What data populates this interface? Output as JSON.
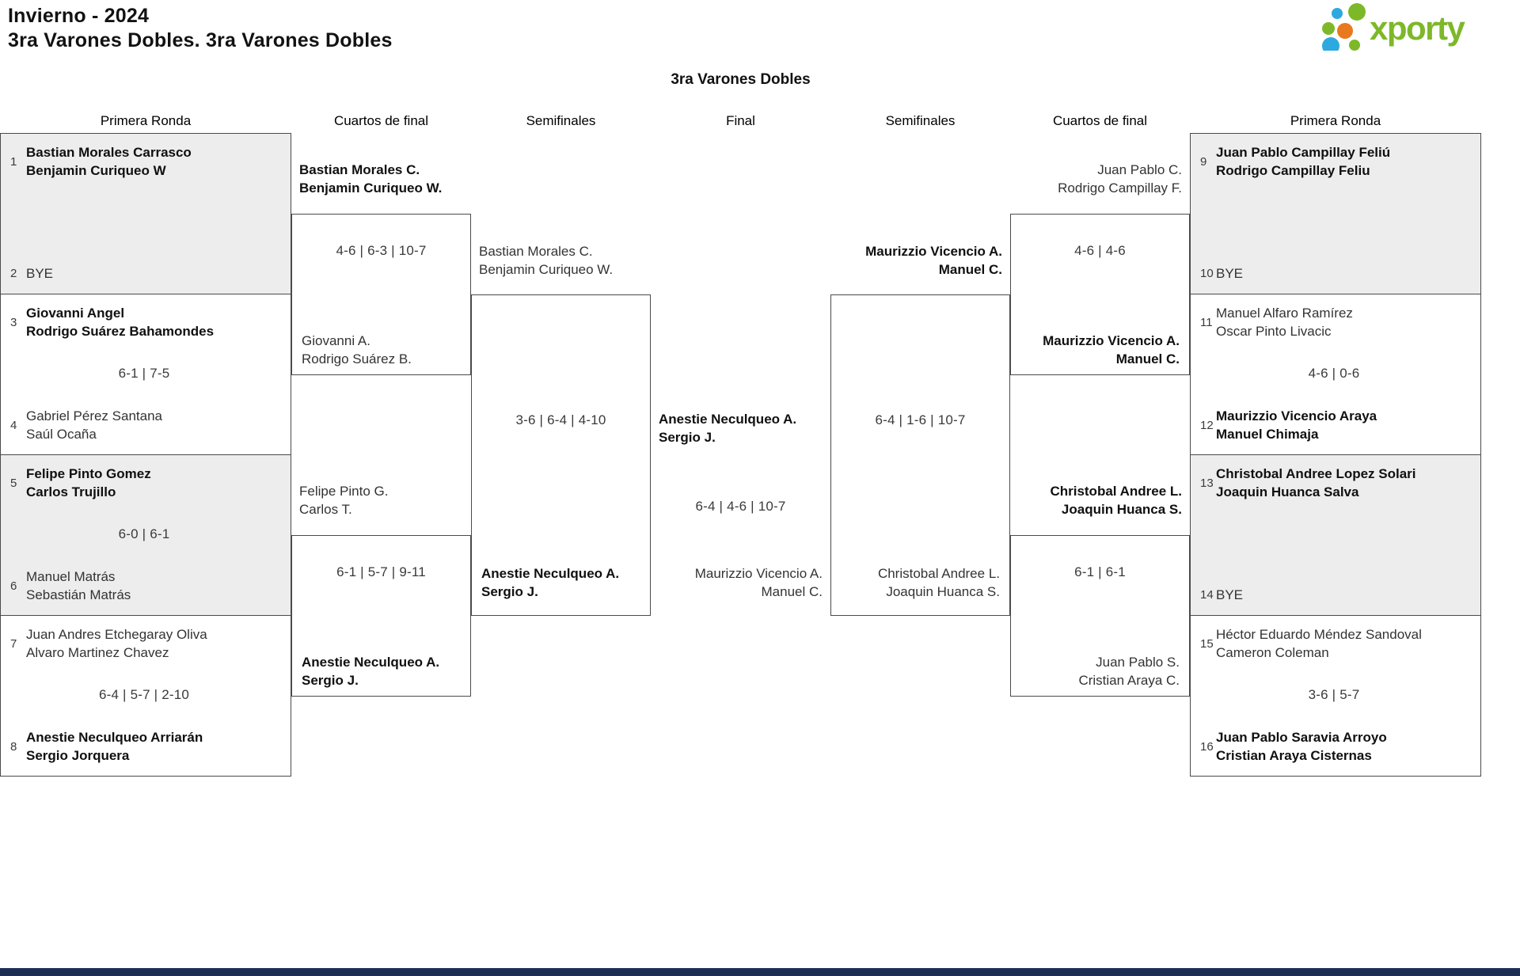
{
  "title": {
    "line1": "Invierno - 2024",
    "line2": "3ra Varones Dobles. 3ra Varones Dobles"
  },
  "bracket_title": "3ra Varones Dobles",
  "logo": {
    "text": "xporty"
  },
  "colors": {
    "logo_green": "#7db829",
    "logo_blue": "#2ea9e0",
    "logo_orange": "#e8791e",
    "box_fill_gray": "#ededed",
    "box_border": "#4a4a4a",
    "footer_bar": "#1d2e55"
  },
  "round_headers": [
    "Primera Ronda",
    "Cuartos de final",
    "Semifinales",
    "Final",
    "Semifinales",
    "Cuartos de final",
    "Primera Ronda"
  ],
  "pr_left": [
    {
      "s1": "1",
      "t1": [
        "Bastian Morales Carrasco",
        "Benjamin Curiqueo W"
      ],
      "w1": true,
      "score": "",
      "s2": "2",
      "t2": [
        "BYE"
      ],
      "w2": false
    },
    {
      "s1": "3",
      "t1": [
        "Giovanni Angel",
        "Rodrigo Suárez Bahamondes"
      ],
      "w1": true,
      "score": "6-1 | 7-5",
      "s2": "4",
      "t2": [
        "Gabriel Pérez Santana",
        "Saúl Ocaña"
      ],
      "w2": false
    },
    {
      "s1": "5",
      "t1": [
        "Felipe Pinto Gomez",
        "Carlos Trujillo"
      ],
      "w1": true,
      "score": "6-0 | 6-1",
      "s2": "6",
      "t2": [
        "Manuel Matrás",
        "Sebastián Matrás"
      ],
      "w2": false
    },
    {
      "s1": "7",
      "t1": [
        "Juan Andres Etchegaray Oliva",
        "Alvaro Martinez Chavez"
      ],
      "w1": false,
      "score": "6-4 | 5-7 | 2-10",
      "s2": "8",
      "t2": [
        "Anestie Neculqueo Arriarán",
        "Sergio Jorquera"
      ],
      "w2": true
    }
  ],
  "pr_right": [
    {
      "s1": "9",
      "t1": [
        "Juan Pablo Campillay Feliú",
        "Rodrigo Campillay Feliu"
      ],
      "w1": true,
      "score": "",
      "s2": "10",
      "t2": [
        "BYE"
      ],
      "w2": false
    },
    {
      "s1": "11",
      "t1": [
        "Manuel Alfaro Ramírez",
        "Oscar Pinto Livacic"
      ],
      "w1": false,
      "score": "4-6 | 0-6",
      "s2": "12",
      "t2": [
        "Maurizzio Vicencio Araya",
        "Manuel Chimaja"
      ],
      "w2": true
    },
    {
      "s1": "13",
      "t1": [
        "Christobal Andree Lopez Solari",
        "Joaquin Huanca Salva"
      ],
      "w1": true,
      "score": "",
      "s2": "14",
      "t2": [
        "BYE"
      ],
      "w2": false
    },
    {
      "s1": "15",
      "t1": [
        "Héctor Eduardo Méndez Sandoval",
        "Cameron Coleman"
      ],
      "w1": false,
      "score": "3-6 | 5-7",
      "s2": "16",
      "t2": [
        "Juan Pablo Saravia Arroyo",
        "Cristian Araya Cisternas"
      ],
      "w2": true
    }
  ],
  "qf_left": [
    {
      "t1": [
        "Bastian Morales C.",
        "Benjamin Curiqueo W."
      ],
      "w1": true,
      "score": "4-6 | 6-3 | 10-7",
      "t2": [
        "Giovanni A.",
        "Rodrigo Suárez B."
      ],
      "w2": false
    },
    {
      "t1": [
        "Felipe Pinto G.",
        "Carlos T."
      ],
      "w1": false,
      "score": "6-1 | 5-7 | 9-11",
      "t2": [
        "Anestie Neculqueo A.",
        "Sergio J."
      ],
      "w2": true
    }
  ],
  "qf_right": [
    {
      "t1": [
        "Juan Pablo C.",
        "Rodrigo Campillay F."
      ],
      "w1": false,
      "score": "4-6 | 4-6",
      "t2": [
        "Maurizzio Vicencio A.",
        "Manuel C."
      ],
      "w2": true
    },
    {
      "t1": [
        "Christobal Andree L.",
        "Joaquin Huanca S."
      ],
      "w1": true,
      "score": "6-1 | 6-1",
      "t2": [
        "Juan Pablo S.",
        "Cristian Araya C."
      ],
      "w2": false
    }
  ],
  "sf_left": {
    "t1": [
      "Bastian Morales C.",
      "Benjamin Curiqueo W."
    ],
    "w1": false,
    "score": "3-6 | 6-4 | 4-10",
    "t2": [
      "Anestie Neculqueo A.",
      "Sergio J."
    ],
    "w2": true
  },
  "sf_right": {
    "t1": [
      "Maurizzio Vicencio A.",
      "Manuel C."
    ],
    "w1": true,
    "score": "6-4 | 1-6 | 10-7",
    "t2": [
      "Christobal Andree L.",
      "Joaquin Huanca S."
    ],
    "w2": false
  },
  "final": {
    "t1": [
      "Anestie Neculqueo A.",
      "Sergio J."
    ],
    "w1": true,
    "score": "6-4 | 4-6 | 10-7",
    "t2": [
      "Maurizzio Vicencio A.",
      "Manuel C."
    ],
    "w2": false
  }
}
